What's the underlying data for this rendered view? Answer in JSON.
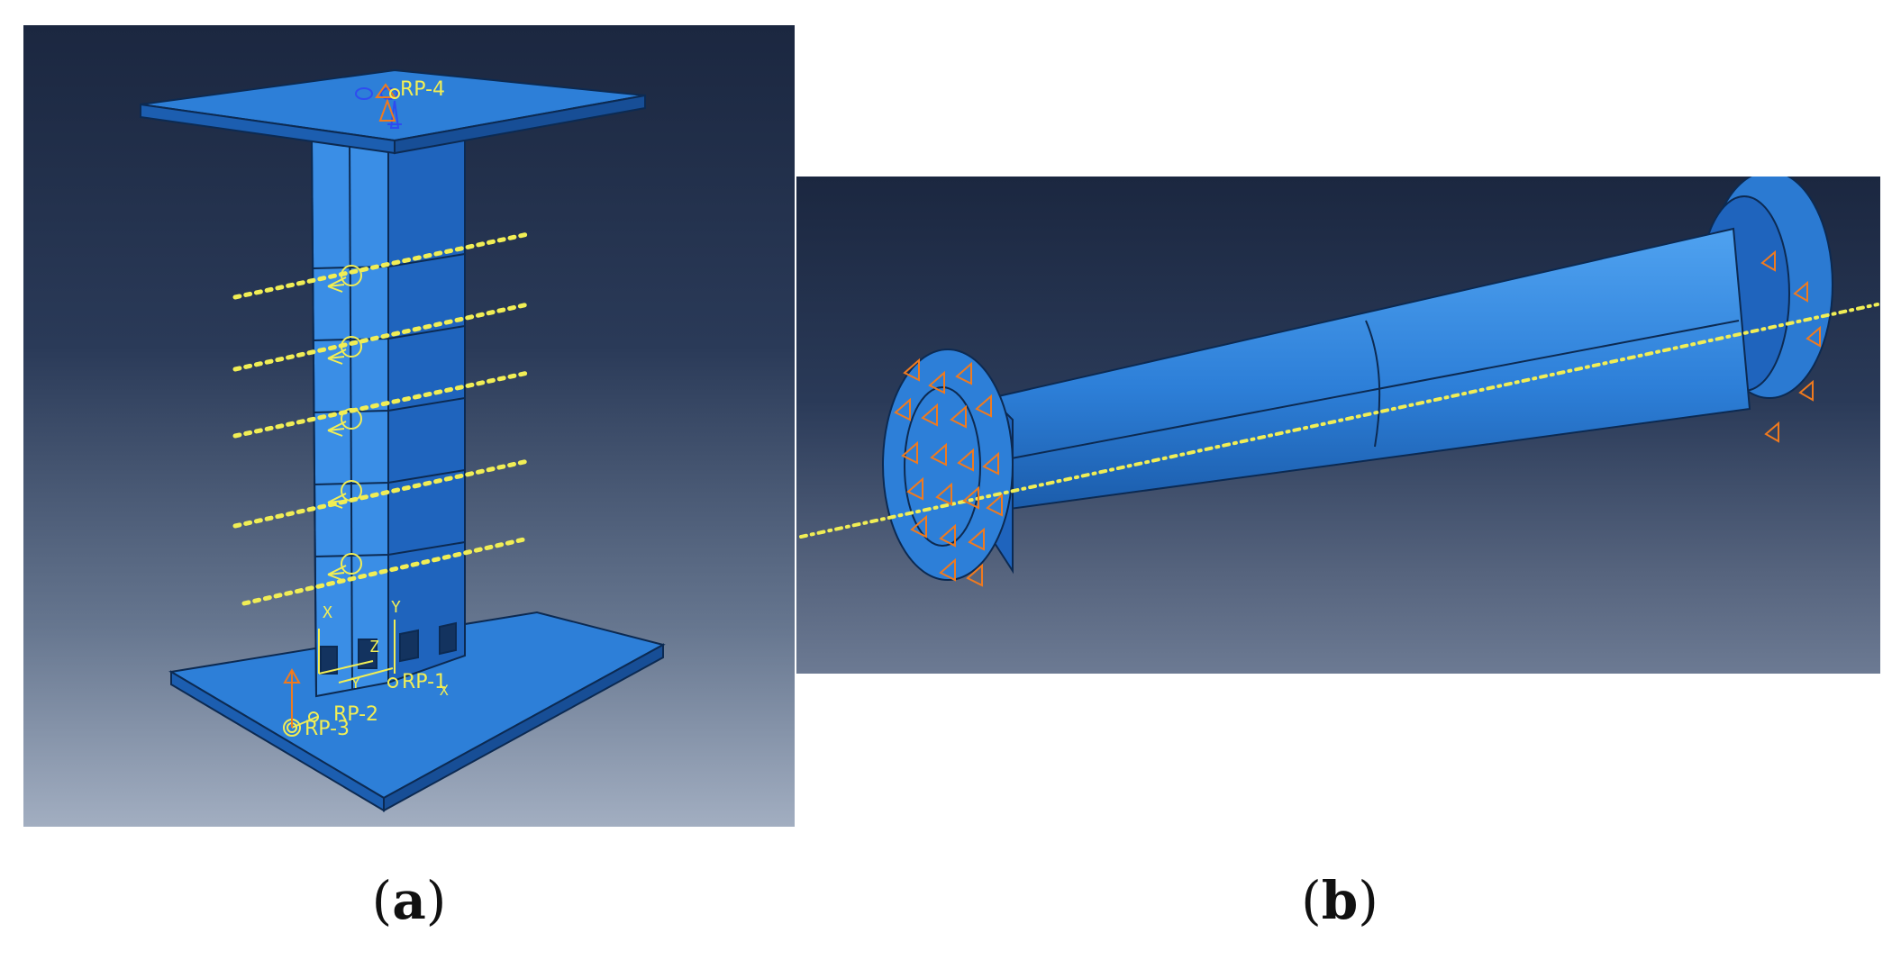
{
  "figure": {
    "panel_a": {
      "caption_letter": "a",
      "reference_points": [
        "RP-4",
        "RP-1",
        "RP-2",
        "RP-3"
      ],
      "axis_labels": [
        "X",
        "Y",
        "Z",
        "Y",
        "X"
      ]
    },
    "panel_b": {
      "caption_letter": "b"
    }
  },
  "colors": {
    "model_blue": "#2d7fd8",
    "model_edge": "#0c2a52",
    "constraint_yellow": "#f1ee55",
    "load_orange": "#f07a1e",
    "bc_blue": "#2e4cf0"
  }
}
